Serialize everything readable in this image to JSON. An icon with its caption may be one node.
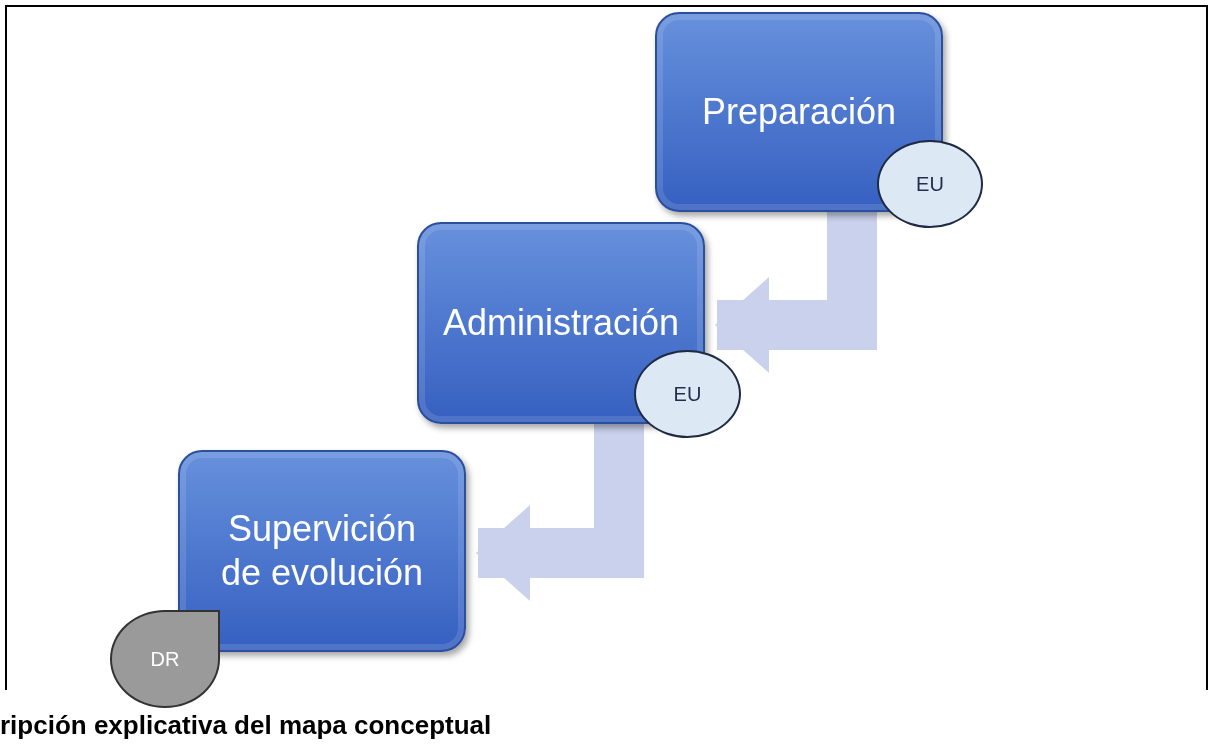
{
  "diagram": {
    "caption": "ripción explicativa del mapa conceptual",
    "nodes": [
      {
        "text": [
          "Preparación"
        ]
      },
      {
        "text": [
          "EU"
        ]
      },
      {
        "text": [
          "Administración"
        ]
      },
      {
        "text": [
          "EU"
        ]
      },
      {
        "text": [
          "Supervición de evolución"
        ]
      },
      {
        "text": [
          "DR"
        ]
      }
    ],
    "edges": [
      {
        "from": 0,
        "to": 2,
        "arrow": "to",
        "color": "#c9d1ec"
      },
      {
        "from": 2,
        "to": 4,
        "arrow": "to",
        "color": "#c9d1ec"
      }
    ]
  }
}
